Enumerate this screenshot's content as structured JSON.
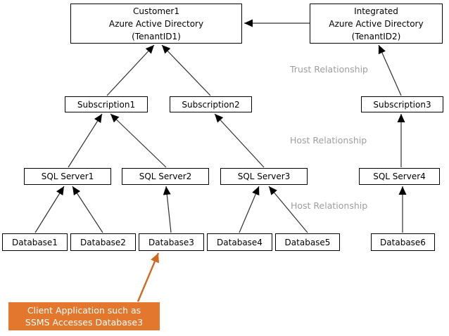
{
  "diagram": {
    "nodes": {
      "customer_aad": {
        "lines": [
          "Customer1",
          "Azure Active Directory",
          "(TenantID1)"
        ]
      },
      "integrated_aad": {
        "lines": [
          "Integrated",
          "Azure Active Directory",
          "(TenantID2)"
        ]
      },
      "subscription1": {
        "label": "Subscription1"
      },
      "subscription2": {
        "label": "Subscription2"
      },
      "subscription3": {
        "label": "Subscription3"
      },
      "sql_server1": {
        "label": "SQL Server1"
      },
      "sql_server2": {
        "label": "SQL Server2"
      },
      "sql_server3": {
        "label": "SQL Server3"
      },
      "sql_server4": {
        "label": "SQL Server4"
      },
      "database1": {
        "label": "Database1"
      },
      "database2": {
        "label": "Database2"
      },
      "database3": {
        "label": "Database3"
      },
      "database4": {
        "label": "Database4"
      },
      "database5": {
        "label": "Database5"
      },
      "database6": {
        "label": "Database6"
      }
    },
    "relationship_labels": {
      "trust": "Trust Relationship",
      "host_upper": "Host Relationship",
      "host_lower": "Host Relationship"
    },
    "callout": {
      "lines": [
        "Client Application such as",
        "SSMS Accesses Database3"
      ]
    },
    "colors": {
      "background": "#ffffff",
      "box_fill": "#ffffff",
      "box_border": "#000000",
      "arrow_black": "#303030",
      "relationship_label_gray": "#9e9e9e",
      "callout_orange": "#e2772d",
      "callout_arrow_orange": "#d2691e",
      "callout_text": "#ffffff"
    }
  }
}
